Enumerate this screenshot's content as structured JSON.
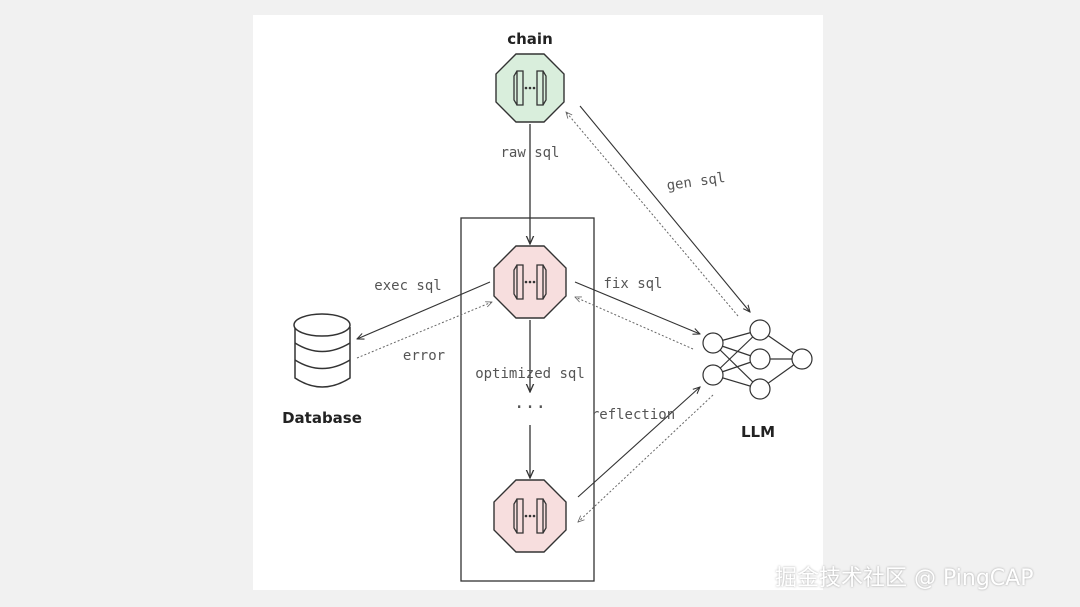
{
  "labels": {
    "chain": "chain",
    "raw_sql": "raw sql",
    "gen_sql": "gen sql",
    "exec_sql": "exec sql",
    "error": "error",
    "fix_sql": "fix sql",
    "optimized_sql": "optimized sql",
    "ellipsis": "···",
    "reflection": "reflection",
    "database": "Database",
    "llm": "LLM"
  },
  "watermark": "掘金技术社区 @ PingCAP",
  "colors": {
    "chain_node_fill": "#d9eedc",
    "pipeline_node_fill": "#f7dede",
    "stroke": "#333333"
  }
}
